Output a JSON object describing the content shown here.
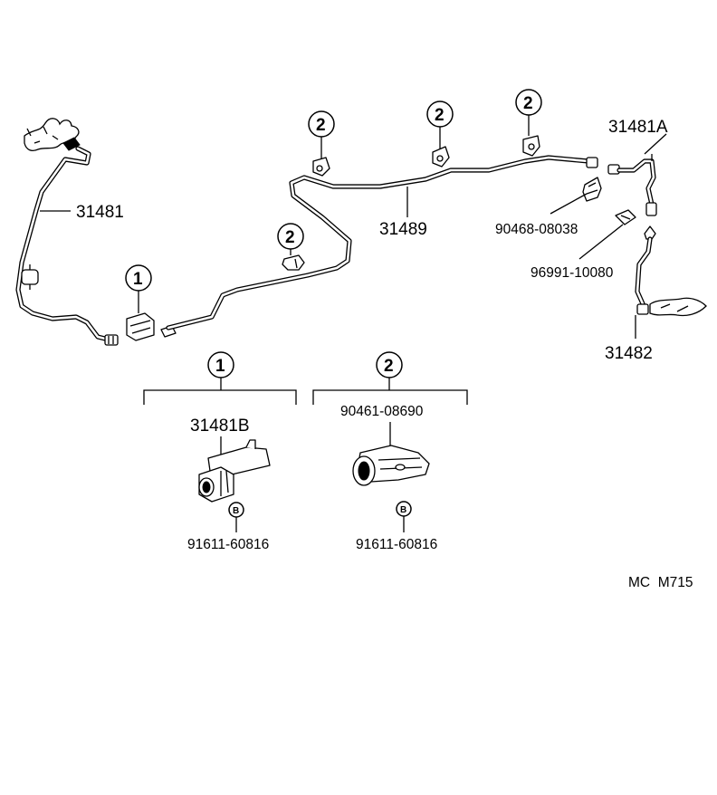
{
  "labels": {
    "pipe_rear_left": "31481",
    "pipe_main": "31489",
    "pipe_front": "31481A",
    "pipe_right": "31482",
    "clamp_part": "90468-08038",
    "clip_part": "96991-10080",
    "bracket_1": "31481B",
    "clamp_2": "90461-08690",
    "bolt_1": "91611-60816",
    "bolt_2": "91611-60816",
    "diagram_code": "MC  M715"
  },
  "callouts": {
    "ref_1": "1",
    "ref_2": "2",
    "bolt_mark": "B"
  }
}
